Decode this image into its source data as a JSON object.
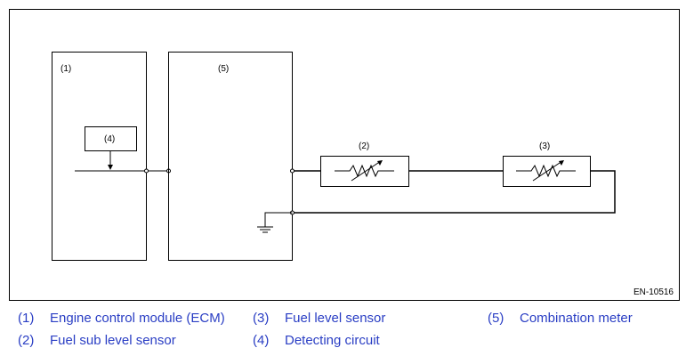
{
  "diagram": {
    "labels": {
      "ecm": "(1)",
      "meter": "(5)",
      "detecting": "(4)",
      "sub_sensor": "(2)",
      "level_sensor": "(3)"
    },
    "figure_code": "EN-10516"
  },
  "legend": [
    {
      "num": "(1)",
      "text": "Engine control module (ECM)"
    },
    {
      "num": "(2)",
      "text": "Fuel sub level sensor"
    },
    {
      "num": "(3)",
      "text": "Fuel level sensor"
    },
    {
      "num": "(4)",
      "text": "Detecting circuit"
    },
    {
      "num": "(5)",
      "text": "Combination meter"
    }
  ],
  "colors": {
    "legend_text": "#2a3ec4",
    "line": "#000000"
  }
}
